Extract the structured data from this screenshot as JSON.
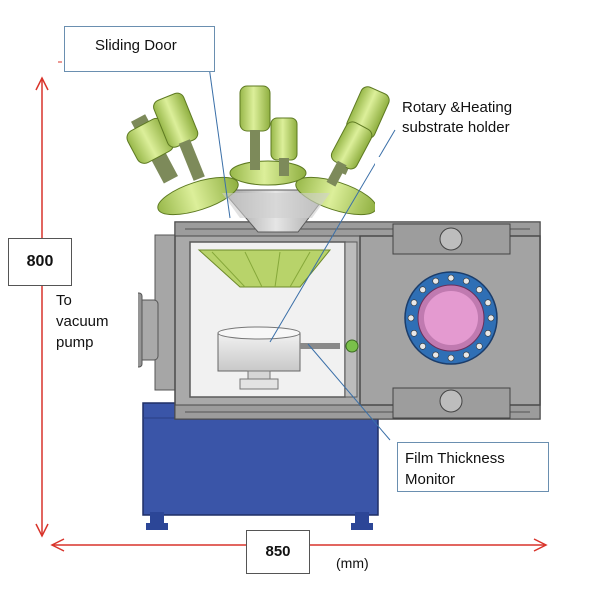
{
  "labels": {
    "sliding_door": "Sliding Door",
    "rotary_heating_line1": "Rotary &Heating",
    "rotary_heating_line2": "substrate holder",
    "vacuum_line1": "To",
    "vacuum_line2": "vacuum",
    "vacuum_line3": "pump",
    "film_line1": "Film Thickness",
    "film_line2": "Monitor",
    "blank_callout": ""
  },
  "dimensions": {
    "height": "800",
    "width": "850",
    "unit": "(mm)"
  },
  "colors": {
    "frame_steel": "#a8a8a8",
    "base_blue": "#3a55a8",
    "source_green": "#c4dc78",
    "viewport_blue": "#2f6fb5",
    "viewport_pink": "#e49ad0",
    "dimension_red": "#d9342b"
  }
}
